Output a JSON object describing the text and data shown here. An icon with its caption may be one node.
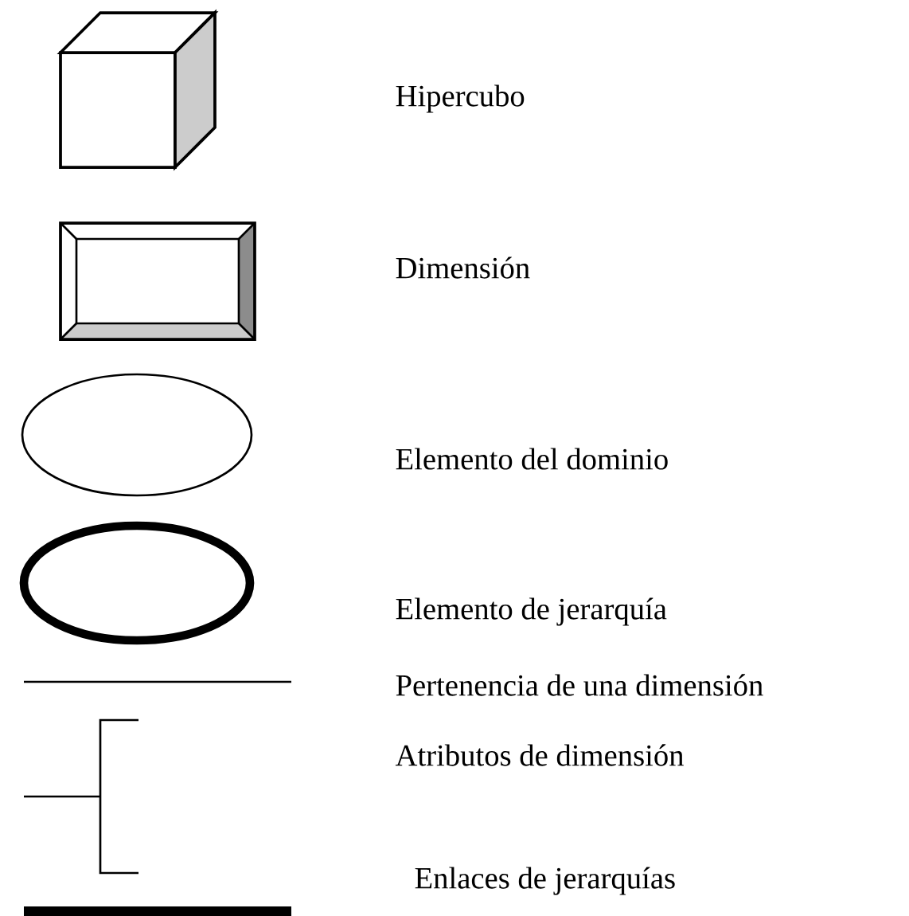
{
  "diagram": {
    "legend": [
      {
        "text": "Hipercubo"
      },
      {
        "text": "Dimensión"
      },
      {
        "text": "Elemento del dominio"
      },
      {
        "text": "Elemento de jerarquía"
      },
      {
        "text": "Pertenencia de una dimensión"
      },
      {
        "text": "Atributos de dimensión"
      },
      {
        "text": "Enlaces de jerarquías"
      }
    ]
  }
}
